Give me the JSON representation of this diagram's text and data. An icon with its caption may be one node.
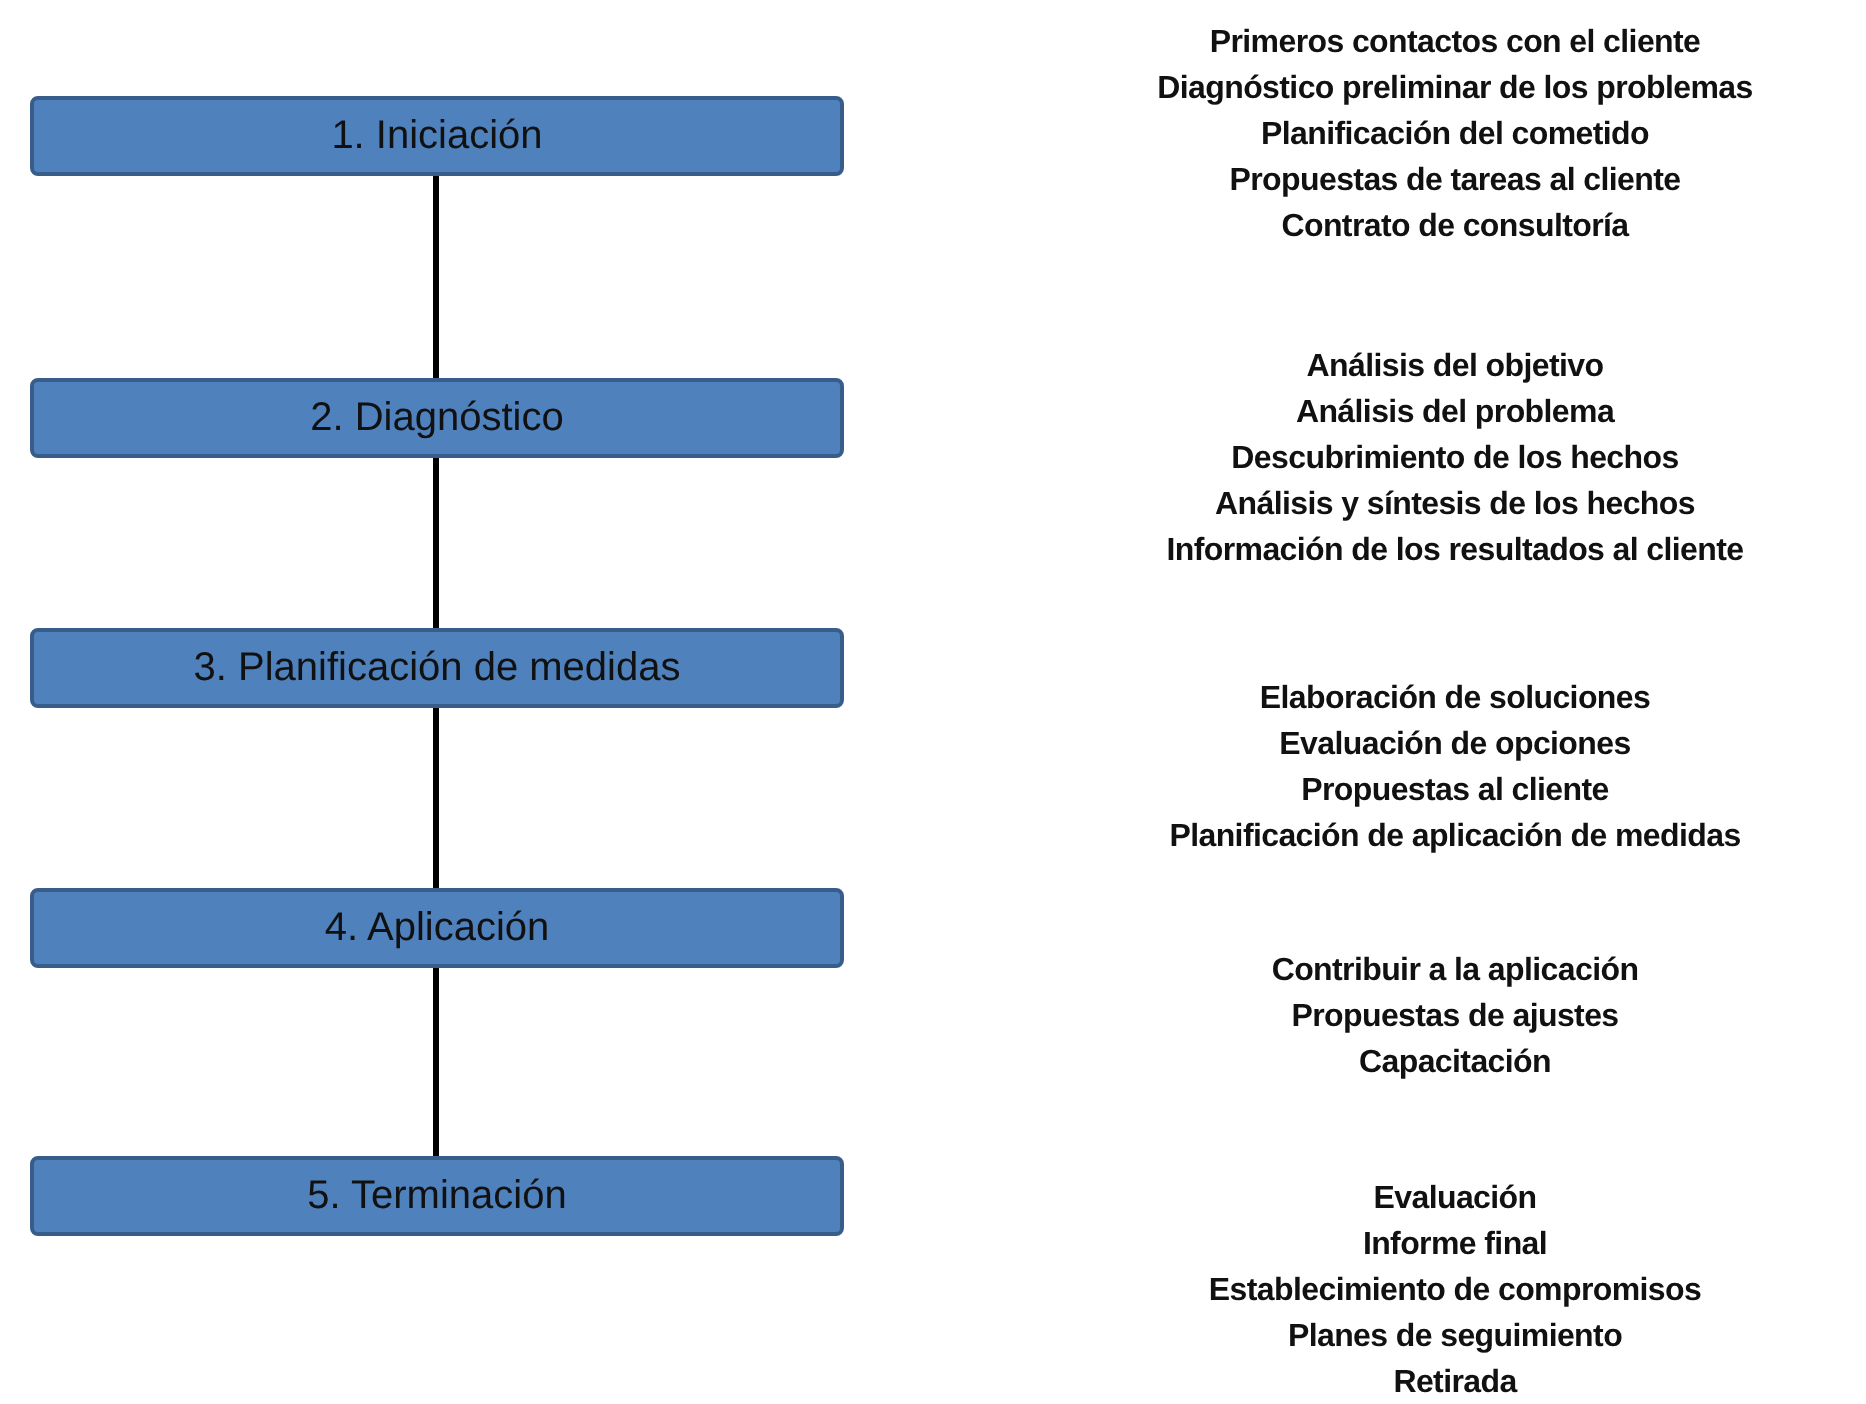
{
  "diagram": {
    "nodes": [
      {
        "text": [
          "1. Iniciación"
        ],
        "beside": [
          "Primeros contactos con el cliente",
          "Diagnóstico preliminar de los problemas",
          "Planificación del cometido",
          "Propuestas de tareas al cliente",
          "Contrato de consultoría"
        ]
      },
      {
        "text": [
          "2. Diagnóstico"
        ],
        "beside": [
          "Análisis del objetivo",
          "Análisis del problema",
          "Descubrimiento de los hechos",
          "Análisis y síntesis de los hechos",
          "Información de los resultados al cliente"
        ]
      },
      {
        "text": [
          "3. Planificación de medidas"
        ],
        "beside": [
          "Elaboración de soluciones",
          "Evaluación de opciones",
          "Propuestas al cliente",
          "Planificación de aplicación de medidas"
        ]
      },
      {
        "text": [
          "4. Aplicación"
        ],
        "beside": [
          "Contribuir a la aplicación",
          "Propuestas de ajustes",
          "Capacitación"
        ]
      },
      {
        "text": [
          "5. Terminación"
        ],
        "beside": [
          "Evaluación",
          "Informe final",
          "Establecimiento de compromisos",
          "Planes de seguimiento",
          "Retirada"
        ]
      }
    ],
    "edges": [
      {
        "from": 0,
        "to": 1,
        "arrow": "none"
      },
      {
        "from": 1,
        "to": 2,
        "arrow": "none"
      },
      {
        "from": 2,
        "to": 3,
        "arrow": "none"
      },
      {
        "from": 3,
        "to": 4,
        "arrow": "none"
      }
    ]
  }
}
